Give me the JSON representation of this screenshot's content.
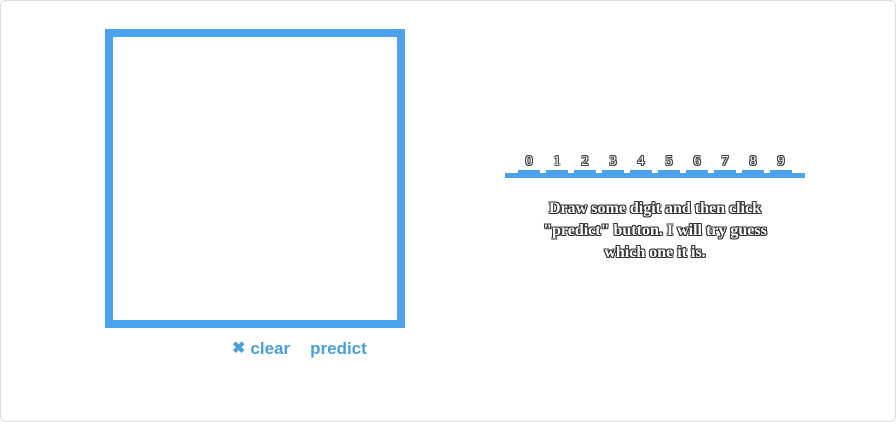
{
  "controls": {
    "clear_icon": "✖",
    "clear_label": "clear",
    "predict_label": "predict"
  },
  "prediction": {
    "digits": [
      "0",
      "1",
      "2",
      "3",
      "4",
      "5",
      "6",
      "7",
      "8",
      "9"
    ]
  },
  "message": {
    "line1": "Draw some digit and then click",
    "line2": "\"predict\" button. I will try guess",
    "line3": "which one it is."
  },
  "colors": {
    "accent": "#4aa3ec",
    "button_text": "#4a9fd9"
  }
}
